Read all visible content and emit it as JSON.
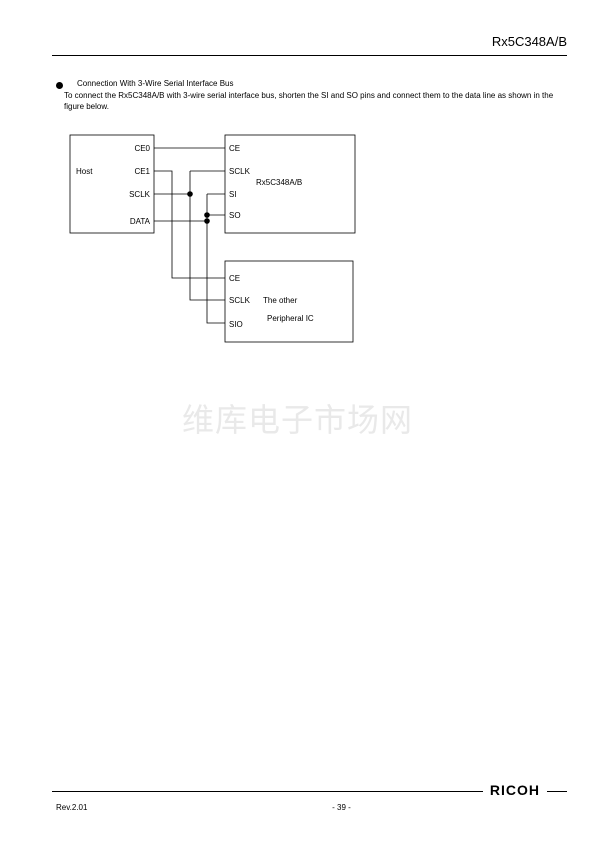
{
  "header": {
    "title": "Rx5C348A/B"
  },
  "section": {
    "title": "Connection With 3-Wire Serial Interface Bus",
    "body": "To connect the Rx5C348A/B with 3-wire serial interface bus, shorten the SI and SO pins and connect them to the data line as shown in the figure below."
  },
  "diagram": {
    "host": {
      "name": "Host",
      "pins": [
        "CE0",
        "CE1",
        "SCLK",
        "DATA"
      ]
    },
    "rtc": {
      "name": "Rx5C348A/B",
      "pins": [
        "CE",
        "SCLK",
        "SI",
        "SO"
      ]
    },
    "peripheral": {
      "name_line1": "The other",
      "name_line2": "Peripheral IC",
      "pins": [
        "CE",
        "SCLK",
        "SIO"
      ]
    }
  },
  "watermark": "维库电子市场网",
  "footer": {
    "revision": "Rev.2.01",
    "page": "- 39 -",
    "logo": "RICOH"
  }
}
